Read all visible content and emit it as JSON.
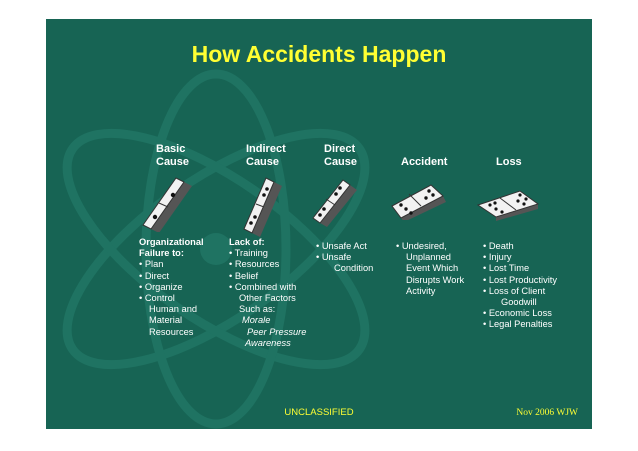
{
  "title": "How Accidents Happen",
  "headers": {
    "basic": [
      "Basic",
      "Cause"
    ],
    "indirect": [
      "Indirect",
      "Cause"
    ],
    "direct": [
      "Direct",
      "Cause"
    ],
    "accident": [
      "Accident"
    ],
    "loss": [
      "Loss"
    ]
  },
  "columns": {
    "organizational": {
      "heading": [
        "Organizational",
        "Failure to:"
      ],
      "lines": [
        "• Plan",
        "• Direct",
        "• Organize",
        "• Control",
        "Human and",
        "Material",
        "Resources"
      ]
    },
    "lack_of": {
      "heading": "Lack of:",
      "lines": [
        "• Training",
        "• Resources",
        "• Belief",
        "• Combined with",
        "Other Factors",
        "Such as:"
      ],
      "italic": [
        "Morale",
        "Peer Pressure",
        "Awareness"
      ]
    },
    "direct": {
      "lines": [
        "• Unsafe Act",
        "• Unsafe",
        "Condition"
      ]
    },
    "accident": {
      "lines": [
        "• Undesired,",
        "Unplanned",
        "Event Which",
        "Disrupts Work",
        "Activity"
      ]
    },
    "loss": {
      "lines": [
        "• Death",
        "• Injury",
        "• Lost Time",
        "• Lost Productivity",
        "• Loss of Client",
        "Goodwill",
        "• Economic Loss",
        "• Legal Penalties"
      ]
    }
  },
  "footer": {
    "classification": "UNCLASSIFIED",
    "date_author": "Nov 2006 WJW"
  },
  "colors": {
    "background": "#176454",
    "title": "#ffff33",
    "text": "#ffffff",
    "domino_face": "#f2f2f2"
  }
}
